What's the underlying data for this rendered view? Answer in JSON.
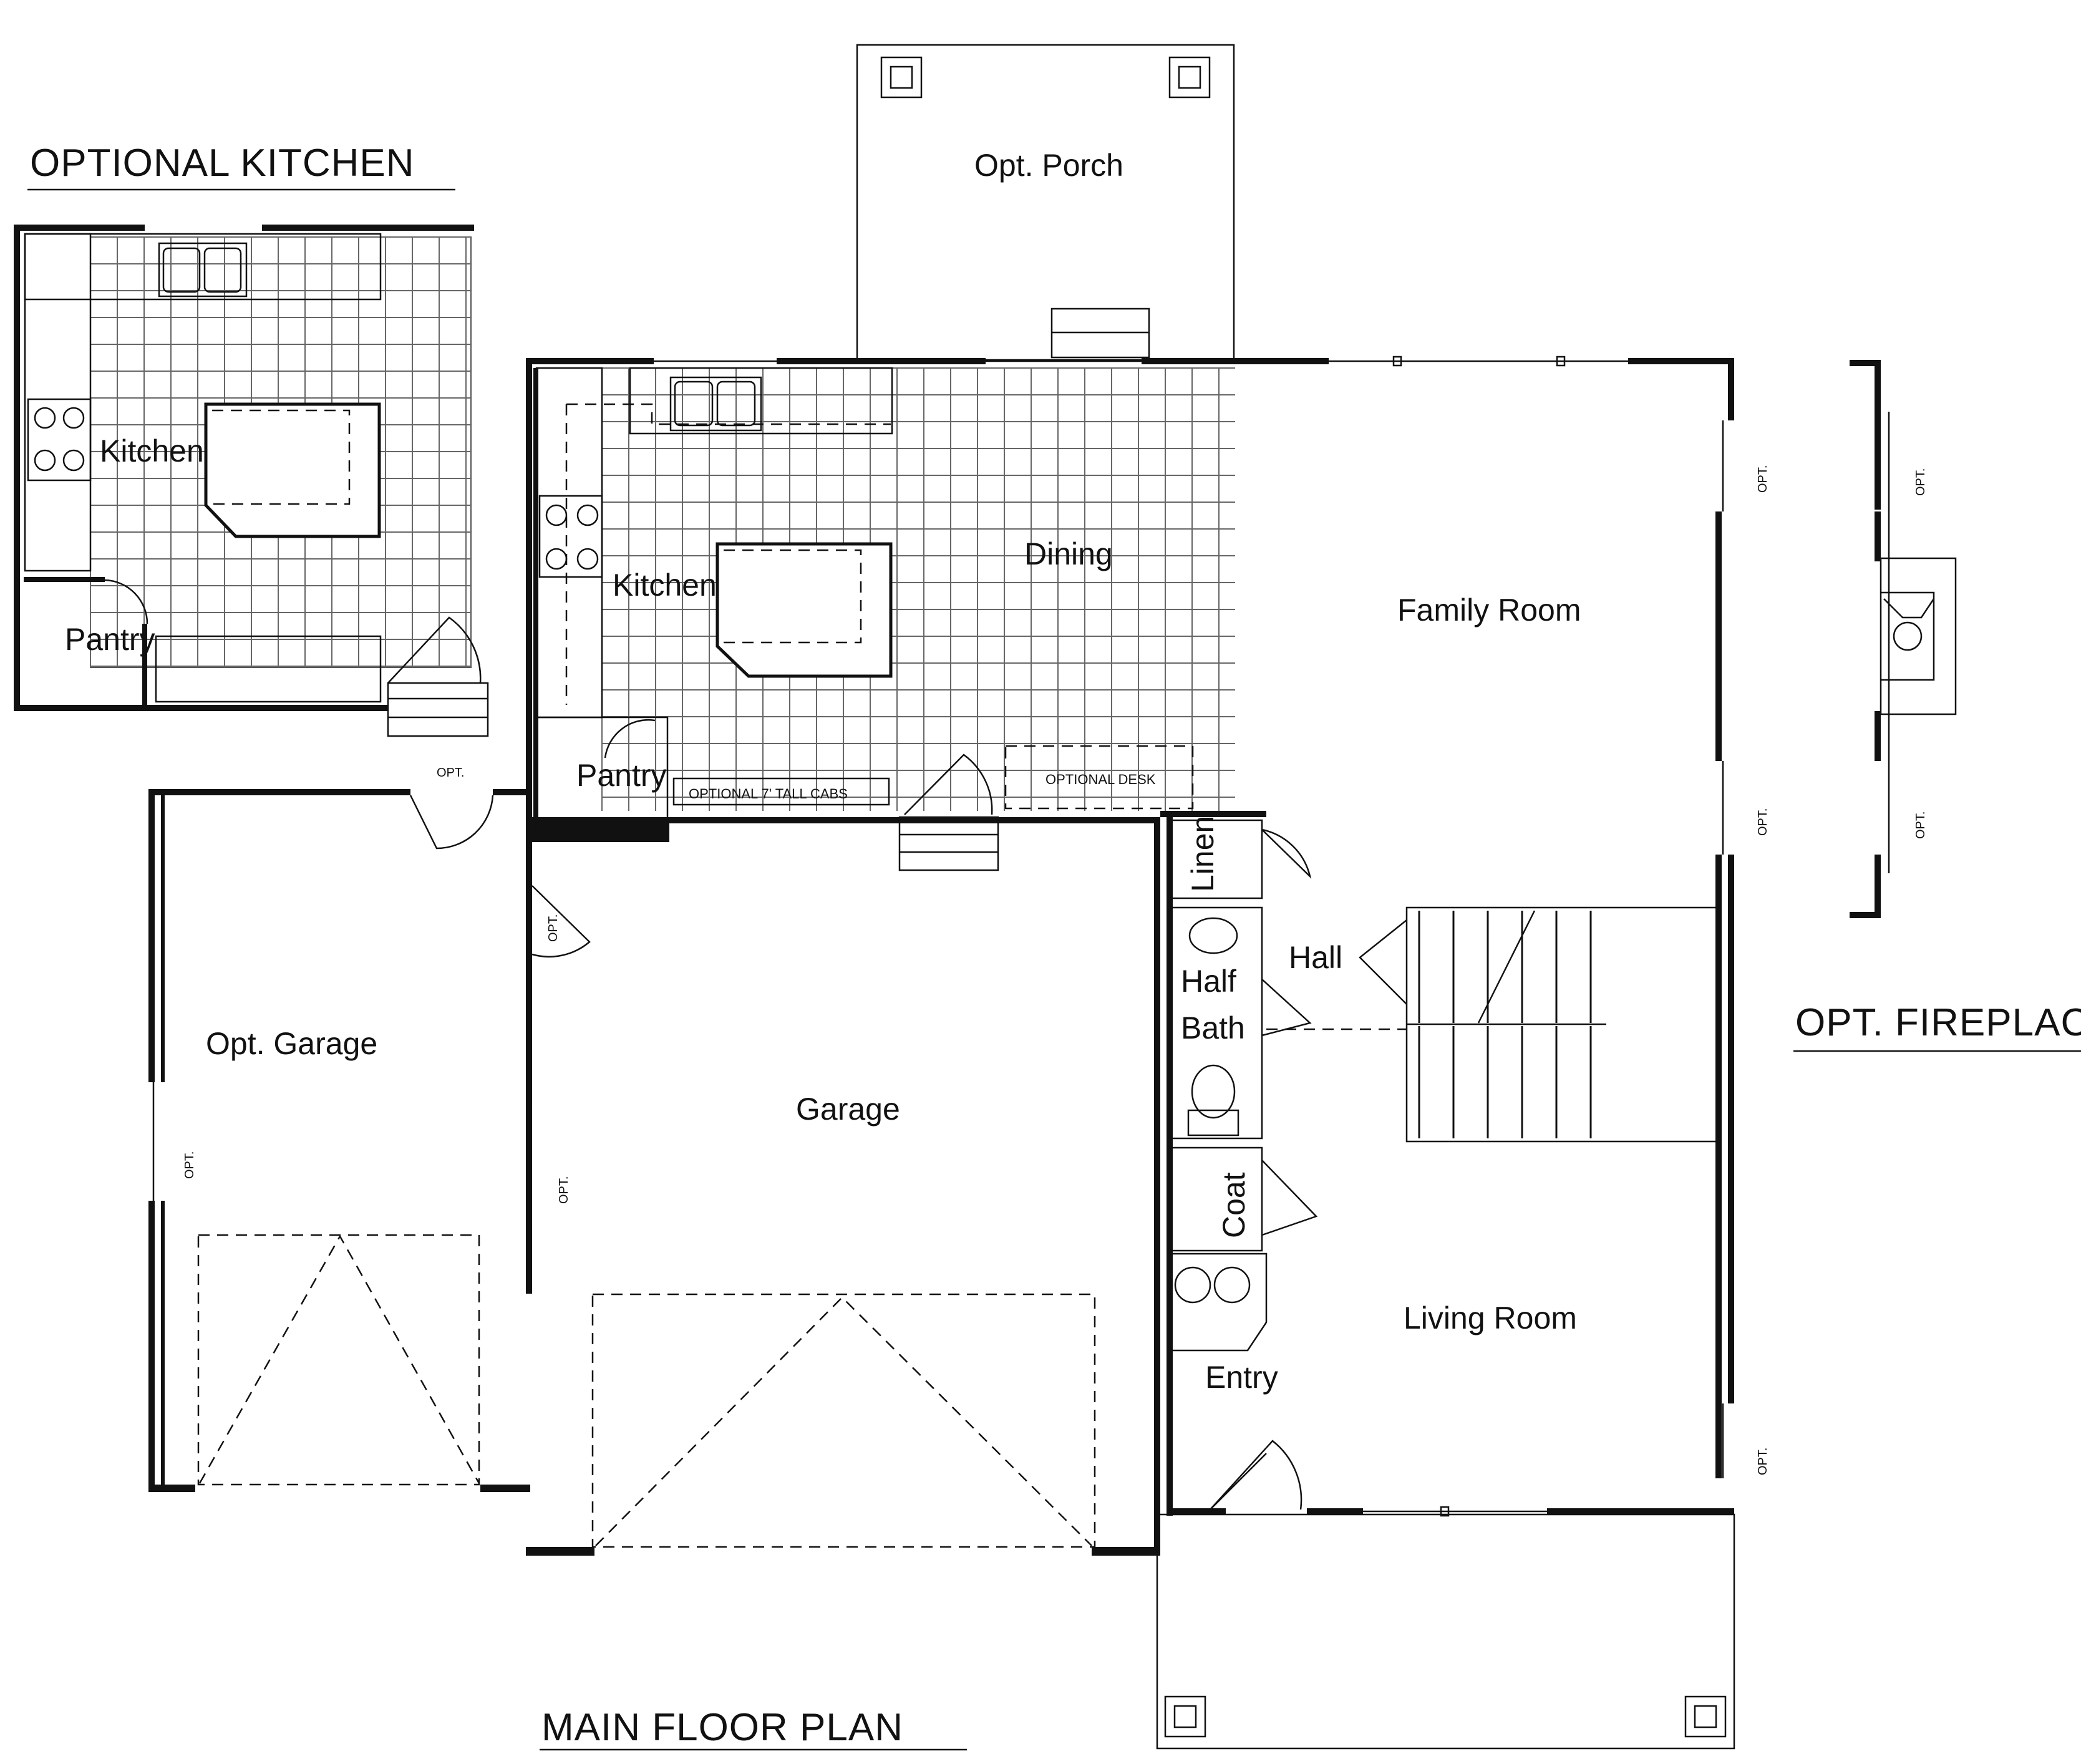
{
  "titles": {
    "optional_kitchen": "OPTIONAL KITCHEN",
    "opt_fireplace": "OPT. FIREPLACE",
    "main_floor_plan": "MAIN FLOOR PLAN"
  },
  "rooms": {
    "opt_porch": "Opt. Porch",
    "dining": "Dining",
    "kitchen": "Kitchen",
    "family_room": "Family Room",
    "pantry": "Pantry",
    "optional_tall_cabs": "OPTIONAL 7' TALL CABS",
    "optional_desk": "OPTIONAL DESK",
    "linen": "Linen",
    "hall": "Hall",
    "half": "Half",
    "bath": "Bath",
    "garage": "Garage",
    "opt_garage": "Opt. Garage",
    "coat": "Coat",
    "living_room": "Living Room",
    "entry": "Entry"
  },
  "optional_kitchen_plan": {
    "kitchen": "Kitchen",
    "pantry": "Pantry"
  },
  "opt_markers": {
    "label": "OPT."
  }
}
